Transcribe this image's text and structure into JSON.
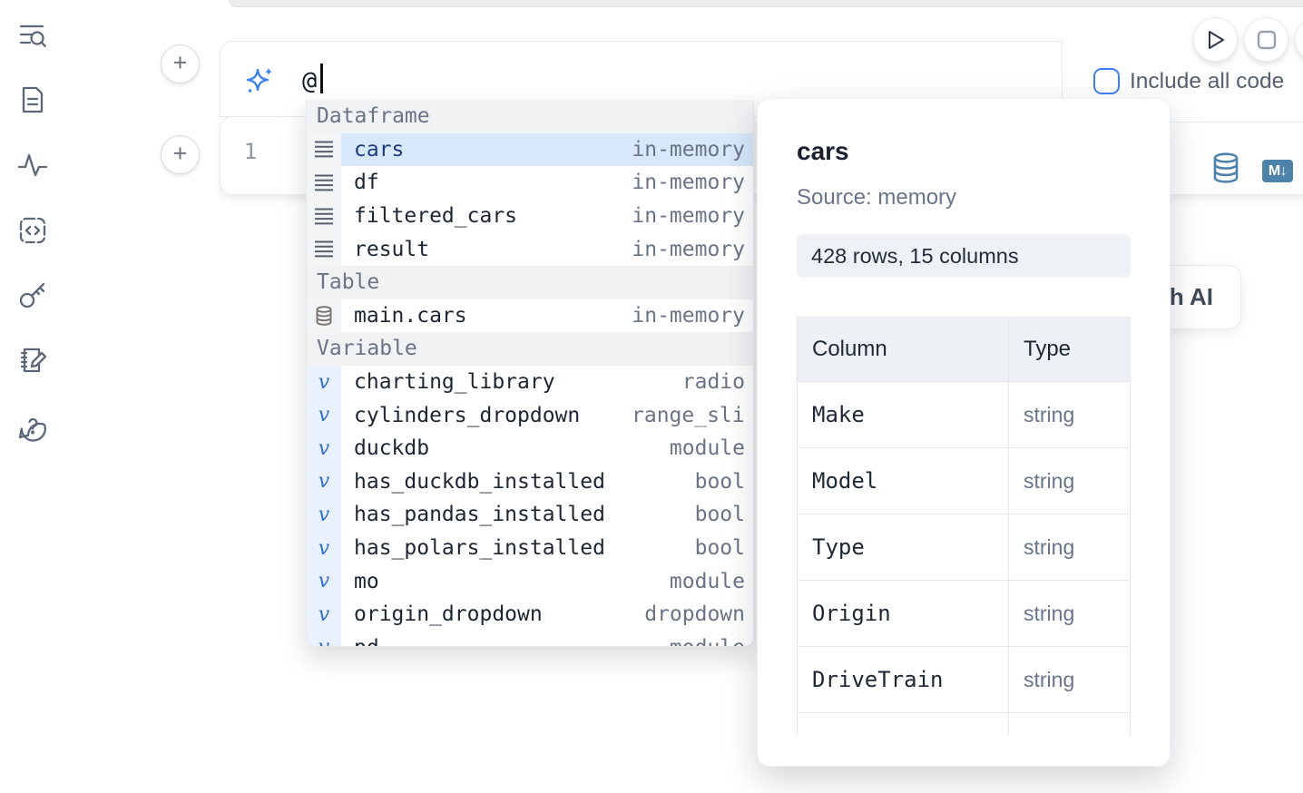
{
  "colors": {
    "accent_blue": "#3c82f6",
    "steel_blue": "#4d83ab",
    "selected_row_bg": "#d6e8fa",
    "selected_row_text": "#1e3a7e"
  },
  "sidebar": {
    "icons": [
      {
        "name": "list-search-icon"
      },
      {
        "name": "document-icon"
      },
      {
        "name": "activity-icon"
      },
      {
        "name": "code-block-icon"
      },
      {
        "name": "key-icon"
      },
      {
        "name": "notebook-edit-icon"
      },
      {
        "name": "help-chat-icon"
      }
    ]
  },
  "cell": {
    "add_cell_top_label": "+",
    "add_cell_bottom_label": "+",
    "prompt_value": "@",
    "include_all_code_label": "Include all code",
    "line_number": "1",
    "toolbar": {
      "database_icon": "database-icon",
      "markdown_icon": "markdown-icon",
      "markdown_badge": "M↓"
    }
  },
  "ai_button": {
    "label": "Generate with AI"
  },
  "autocomplete": {
    "sections": [
      {
        "label": "Dataframe",
        "kind": "dataframe",
        "icon": "dataframe-rows-icon",
        "items": [
          {
            "name": "cars",
            "type": "in-memory",
            "selected": true
          },
          {
            "name": "df",
            "type": "in-memory"
          },
          {
            "name": "filtered_cars",
            "type": "in-memory"
          },
          {
            "name": "result",
            "type": "in-memory"
          }
        ]
      },
      {
        "label": "Table",
        "kind": "table",
        "icon": "database-icon",
        "items": [
          {
            "name": "main.cars",
            "type": "in-memory"
          }
        ]
      },
      {
        "label": "Variable",
        "kind": "variable",
        "icon": "variable-icon",
        "items": [
          {
            "name": "charting_library",
            "type": "radio"
          },
          {
            "name": "cylinders_dropdown",
            "type": "range_slider"
          },
          {
            "name": "duckdb",
            "type": "module"
          },
          {
            "name": "has_duckdb_installed",
            "type": "bool"
          },
          {
            "name": "has_pandas_installed",
            "type": "bool"
          },
          {
            "name": "has_polars_installed",
            "type": "bool"
          },
          {
            "name": "mo",
            "type": "module"
          },
          {
            "name": "origin_dropdown",
            "type": "dropdown"
          },
          {
            "name": "pd",
            "type": "module"
          }
        ]
      }
    ]
  },
  "preview": {
    "title": "cars",
    "source": "Source: memory",
    "shape": "428 rows, 15 columns",
    "table": {
      "headers": [
        "Column",
        "Type"
      ],
      "rows": [
        {
          "column": "Make",
          "type": "string"
        },
        {
          "column": "Model",
          "type": "string"
        },
        {
          "column": "Type",
          "type": "string"
        },
        {
          "column": "Origin",
          "type": "string"
        },
        {
          "column": "DriveTrain",
          "type": "string"
        }
      ]
    }
  }
}
